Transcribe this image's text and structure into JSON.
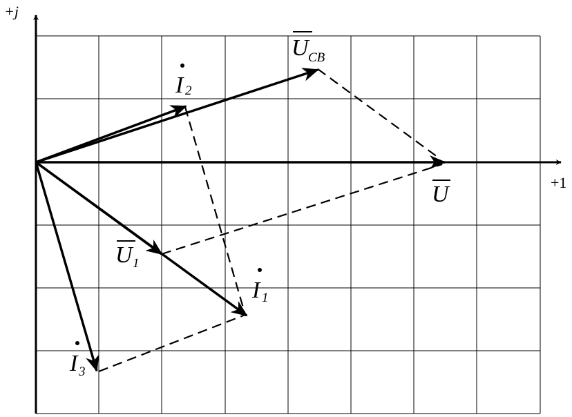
{
  "axes": {
    "imaginary_label": "+j",
    "real_label": "+1"
  },
  "vectors": {
    "U": {
      "symbol": "U",
      "subscript": "",
      "overline": true,
      "dot": false,
      "color": "#000000"
    },
    "U_CB": {
      "symbol": "U",
      "subscript": "CB",
      "overline": true,
      "dot": false,
      "color": "#000000"
    },
    "U_1": {
      "symbol": "U",
      "subscript": "1",
      "overline": true,
      "dot": false,
      "color": "#000000"
    },
    "I_1": {
      "symbol": "I",
      "subscript": "1",
      "overline": false,
      "dot": true,
      "color": "#000000"
    },
    "I_2": {
      "symbol": "I",
      "subscript": "2",
      "overline": false,
      "dot": true,
      "color": "#000000"
    },
    "I_3": {
      "symbol": "I",
      "subscript": "3",
      "overline": false,
      "dot": true,
      "color": "#000000"
    }
  },
  "style": {
    "grid_color": "#000000",
    "line_color": "#000000"
  }
}
